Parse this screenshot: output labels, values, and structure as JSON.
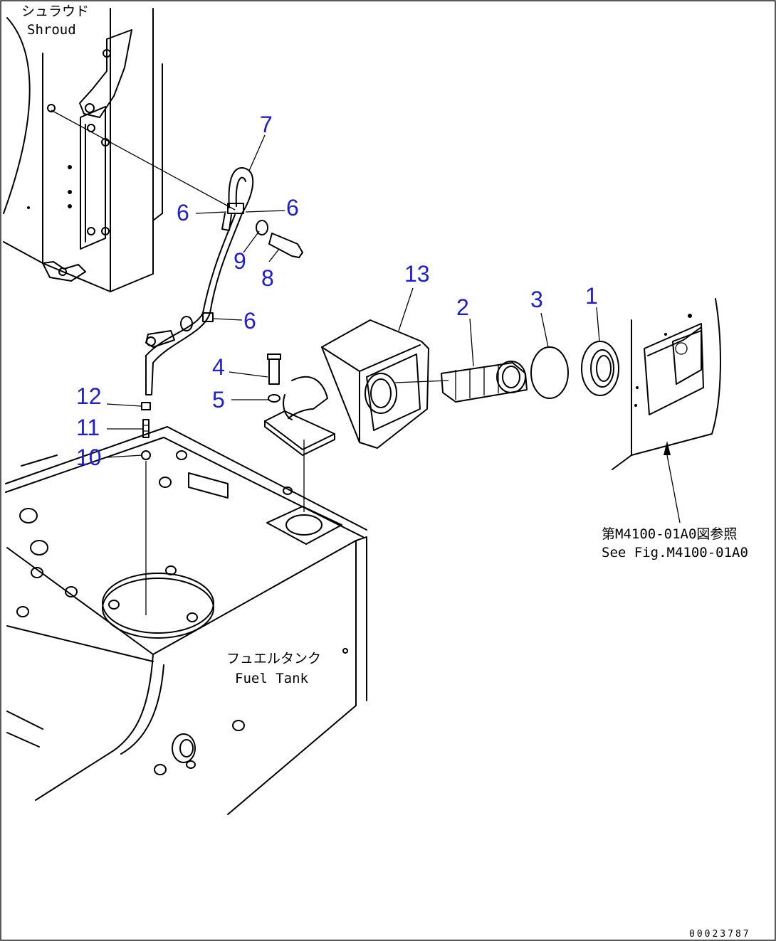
{
  "labels": {
    "shroud_jp": "シュラウド",
    "shroud_en": "Shroud",
    "fuel_tank_jp": "フュエルタンク",
    "fuel_tank_en": "Fuel Tank",
    "ref_jp": "第M4100-01A0図参照",
    "ref_en": "See Fig.M4100-01A0",
    "drawing_code": "00023787"
  },
  "callouts": [
    {
      "id": "7",
      "text": "7"
    },
    {
      "id": "6a",
      "text": "6"
    },
    {
      "id": "6b",
      "text": "6"
    },
    {
      "id": "9",
      "text": "9"
    },
    {
      "id": "8",
      "text": "8"
    },
    {
      "id": "6c",
      "text": "6"
    },
    {
      "id": "13",
      "text": "13"
    },
    {
      "id": "2",
      "text": "2"
    },
    {
      "id": "3",
      "text": "3"
    },
    {
      "id": "1",
      "text": "1"
    },
    {
      "id": "4",
      "text": "4"
    },
    {
      "id": "5",
      "text": "5"
    },
    {
      "id": "12",
      "text": "12"
    },
    {
      "id": "11",
      "text": "11"
    },
    {
      "id": "10",
      "text": "10"
    }
  ]
}
